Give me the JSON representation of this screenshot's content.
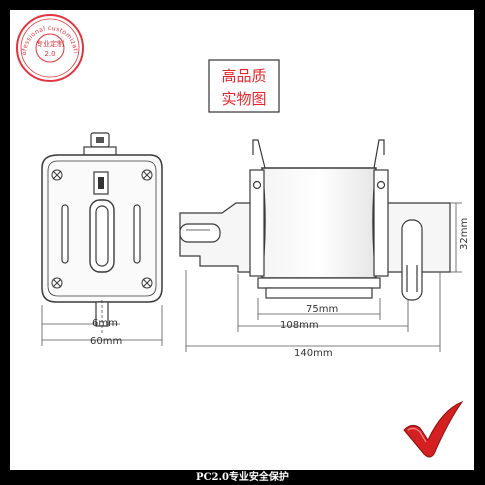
{
  "stamp": {
    "ring_text": "Professional customization",
    "inner_text": "专业定制",
    "version": "2.0",
    "color": "#e0353f"
  },
  "badge": {
    "line1": "高品质",
    "line2": "实物图",
    "color": "#e4262c"
  },
  "dimensions": {
    "d6": "6mm",
    "d60": "60mm",
    "d75": "75mm",
    "d108": "108mm",
    "d140": "140mm",
    "d32": "32mm"
  },
  "footer": {
    "text": "PC2.0专业安全保护"
  },
  "colors": {
    "outline": "#3a3a3a",
    "dim": "#555555",
    "check": "#d42020"
  },
  "icons": [
    "stamp-seal",
    "checkmark-icon"
  ]
}
